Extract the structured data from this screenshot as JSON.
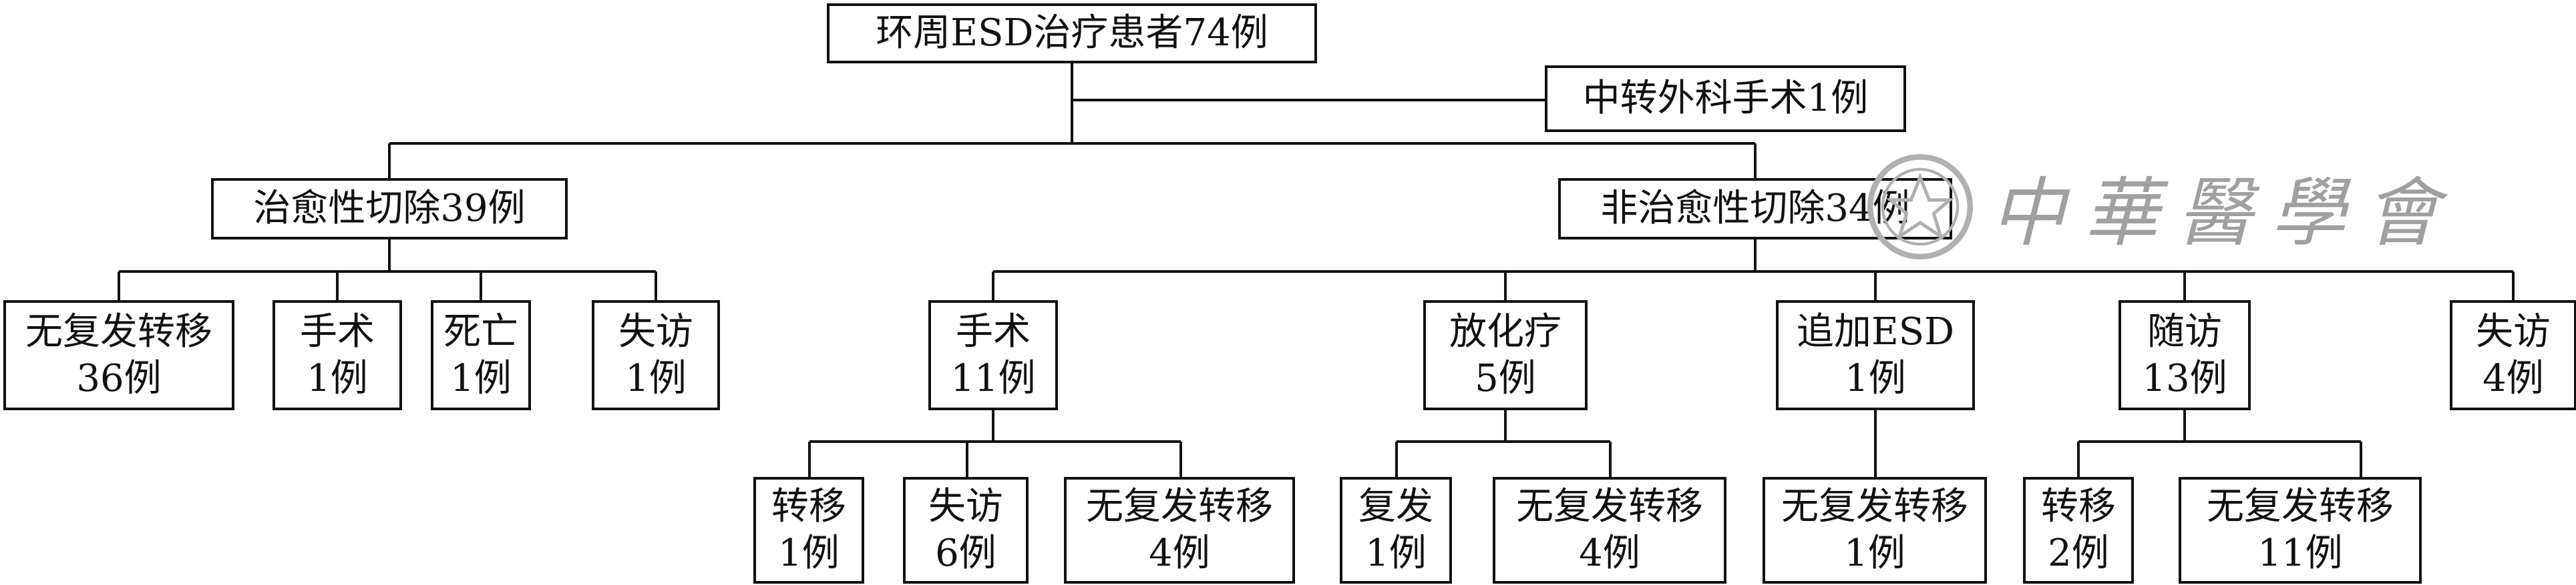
{
  "root": {
    "line1": "环周ESD治疗患者74例"
  },
  "surgery_transfer": {
    "line1": "中转外科手术1例"
  },
  "curative": {
    "line1": "治愈性切除39例"
  },
  "noncurative": {
    "line1": "非治愈性切除34例"
  },
  "cur_norec": {
    "line1": "无复发转移",
    "line2": "36例"
  },
  "cur_surgery": {
    "line1": "手术",
    "line2": "1例"
  },
  "cur_death": {
    "line1": "死亡",
    "line2": "1例"
  },
  "cur_lost": {
    "line1": "失访",
    "line2": "1例"
  },
  "nc_surgery": {
    "line1": "手术",
    "line2": "11例"
  },
  "nc_radio": {
    "line1": "放化疗",
    "line2": "5例"
  },
  "nc_addesd": {
    "line1": "追加ESD",
    "line2": "1例"
  },
  "nc_follow": {
    "line1": "随访",
    "line2": "13例"
  },
  "nc_lost": {
    "line1": "失访",
    "line2": "4例"
  },
  "s_meta": {
    "line1": "转移",
    "line2": "1例"
  },
  "s_lost": {
    "line1": "失访",
    "line2": "6例"
  },
  "s_norec": {
    "line1": "无复发转移",
    "line2": "4例"
  },
  "r_rec": {
    "line1": "复发",
    "line2": "1例"
  },
  "r_norec": {
    "line1": "无复发转移",
    "line2": "4例"
  },
  "a_norec": {
    "line1": "无复发转移",
    "line2": "1例"
  },
  "f_meta": {
    "line1": "转移",
    "line2": "2例"
  },
  "f_norec": {
    "line1": "无复发转移",
    "line2": "11例"
  },
  "watermark": {
    "text": "中華醫學會",
    "seal_icon": "society-seal-icon"
  }
}
